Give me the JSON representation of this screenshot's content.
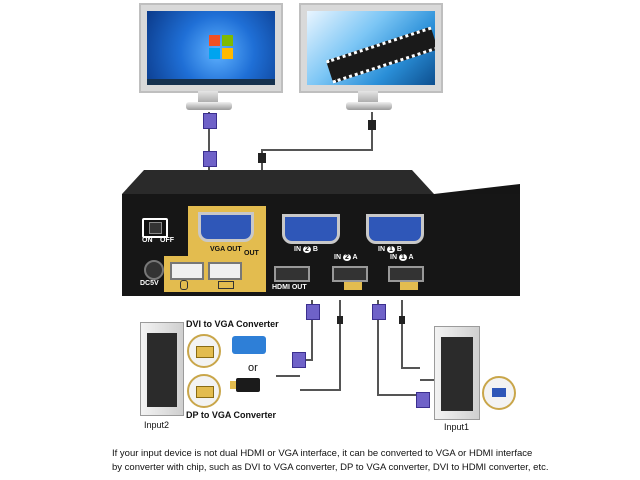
{
  "kvm": {
    "switch_on": "ON",
    "switch_off": "OFF",
    "power_port": "DC5V",
    "vga_out": "VGA OUT",
    "vga_in_b": "IN",
    "vga_in_b_suffix": "B",
    "vga_in_a": "IN",
    "vga_in_a_suffix": "B",
    "hdmi_out": "HDMI OUT",
    "hdmi_in_b": "IN",
    "hdmi_in_b_suffix": "A",
    "hdmi_in_a": "IN",
    "hdmi_in_a_suffix": "A",
    "out_tag": "OUT",
    "num_2": "2",
    "num_1": "1"
  },
  "converters": {
    "dvi_to_vga": "DVI to VGA Converter",
    "or": "or",
    "dp_to_vga": "DP to VGA Converter"
  },
  "computers": {
    "input2": "Input2",
    "input1": "Input1"
  },
  "note": {
    "line1": "If your input device is not dual HDMI or VGA interface, it can be converted to VGA or HDMI  interface",
    "line2": "by converter with chip, such as DVI to VGA converter, DP to VGA converter, DVI to HDMI converter, etc."
  },
  "colors": {
    "gold": "#e3bc4f",
    "device": "#1c1c1c",
    "vga_blue": "#2f57b8",
    "cable_purple": "#7b63c8"
  }
}
